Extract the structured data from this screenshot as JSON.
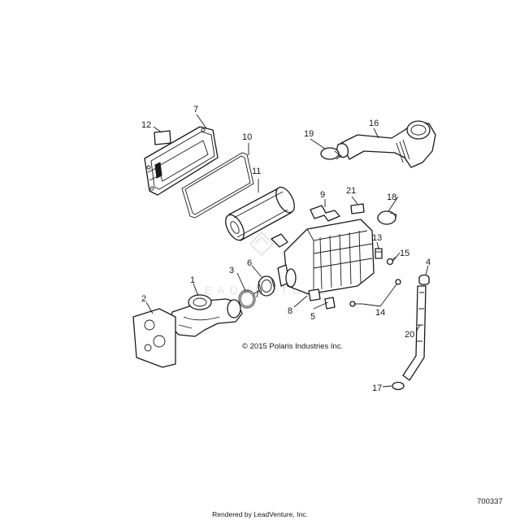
{
  "diagram": {
    "callouts": [
      "1",
      "2",
      "3",
      "4",
      "5",
      "6",
      "7",
      "8",
      "9",
      "10",
      "11",
      "12",
      "13",
      "14",
      "15",
      "16",
      "17",
      "18",
      "19",
      "20",
      "21"
    ],
    "copyright": "© 2015 Polaris Industries Inc.",
    "drawing_number": "700337",
    "watermark_text": "LEADVENTURE"
  },
  "footer": {
    "rendered_by": "Rendered by LeadVenture, Inc."
  }
}
